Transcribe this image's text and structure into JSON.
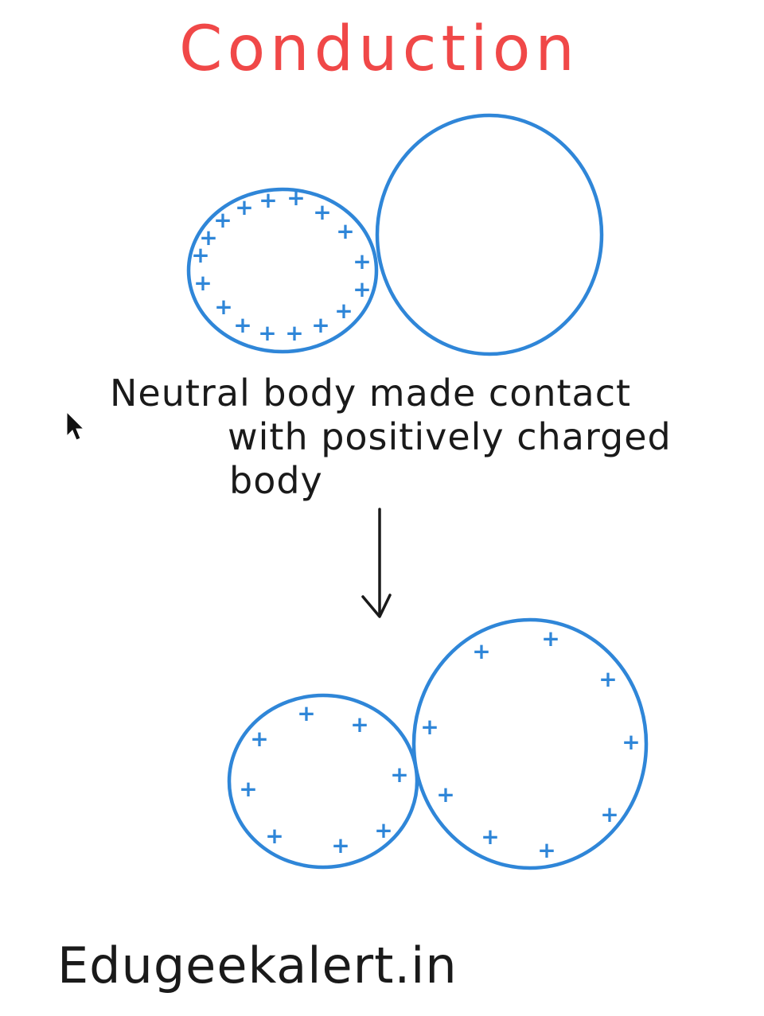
{
  "title": "Conduction",
  "caption": {
    "line1": "Neutral body made contact",
    "line2": "with positively charged",
    "line3": "body"
  },
  "watermark": "Edugeekalert.in",
  "charge_symbol": "+",
  "colors": {
    "title": "#f04848",
    "circle": "#2f86d8",
    "ink": "#1a1a1a",
    "background": "#ffffff"
  },
  "icons": {
    "pointer": "mouse-pointer-icon",
    "arrow": "arrow-down-icon"
  }
}
